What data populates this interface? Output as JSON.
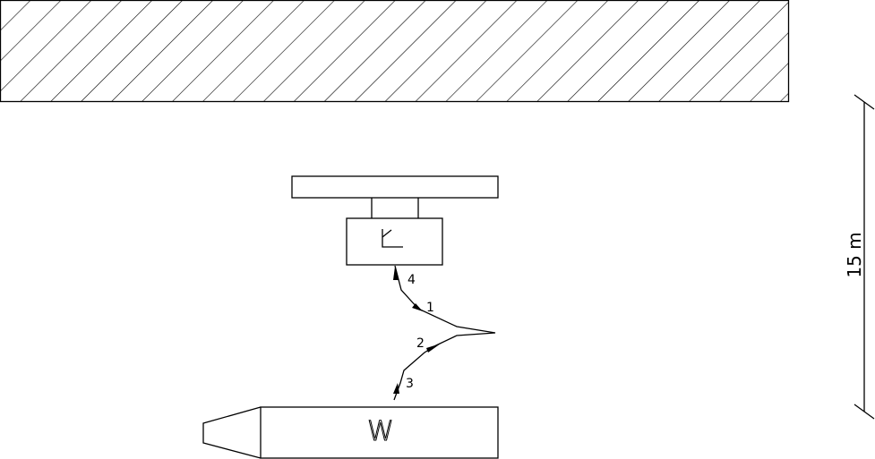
{
  "diagram": {
    "scale_label": "15 m",
    "vessel_label": "W",
    "path_labels": [
      "1",
      "2",
      "3",
      "4"
    ],
    "colors": {
      "line": "#000000",
      "background": "#ffffff"
    }
  }
}
